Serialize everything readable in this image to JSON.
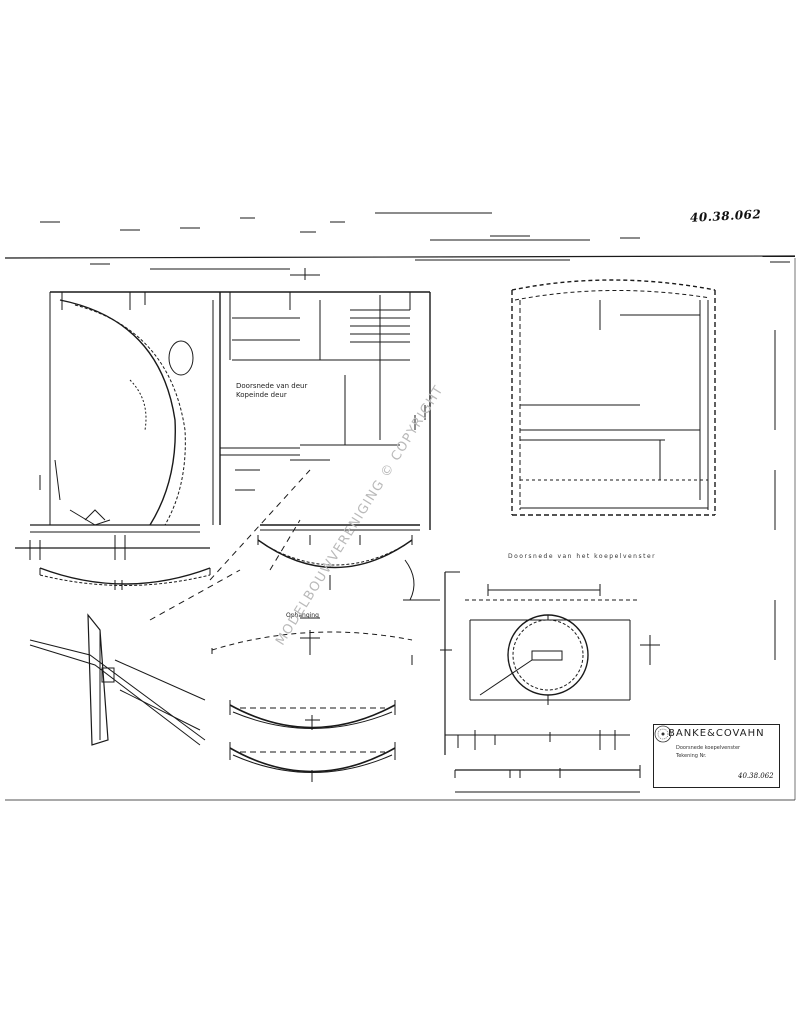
{
  "drawing_number": "40.38.062",
  "watermark": "MODELBOUWVERENIGING © COPYRIGHT",
  "detail_label": {
    "line1": "Doorsnede van deur",
    "line2": "Kopeinde deur"
  },
  "center_label": "Ophanging",
  "caption": "Doorsnede van het koepelvenster",
  "title_block": {
    "company": "BANKE&COVAHN",
    "line1": "Doorsnede koepelvenster",
    "line2": "Tekening Nr.",
    "number": "40.38.062"
  },
  "colors": {
    "ink": "#1a1a1a",
    "watermark": "#b9b9b9"
  }
}
